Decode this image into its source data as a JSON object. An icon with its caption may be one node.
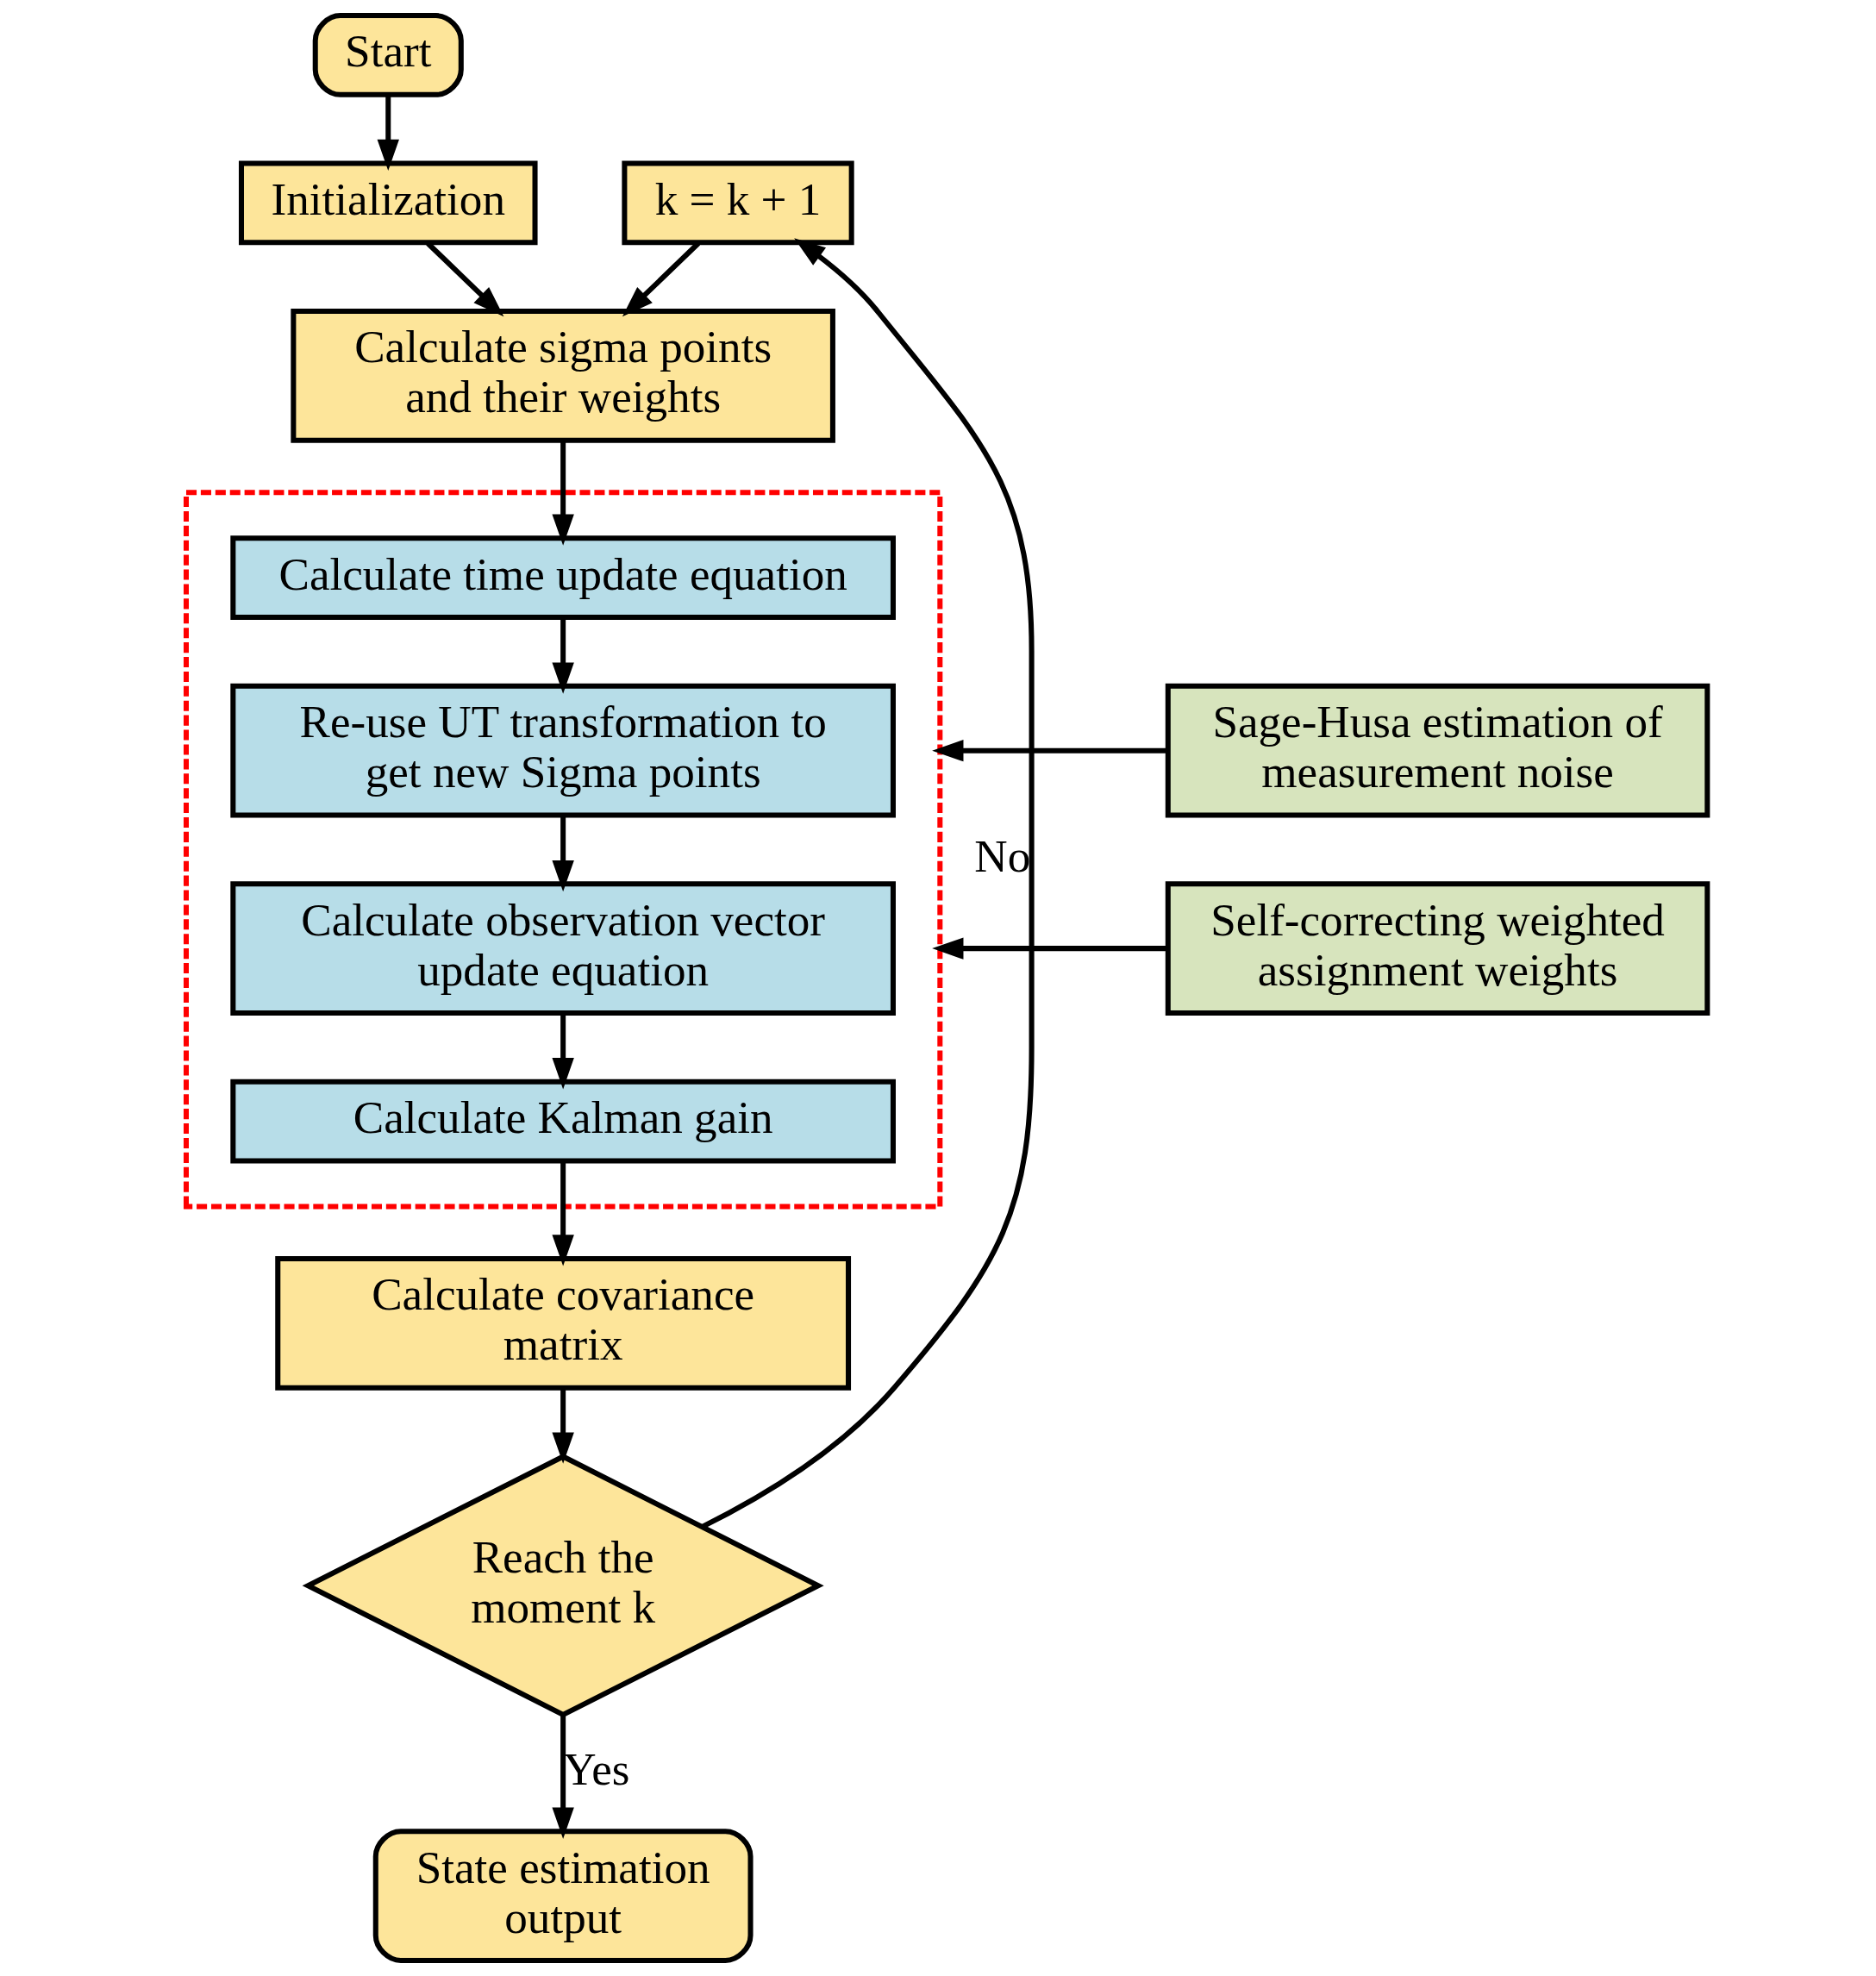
{
  "diagram": {
    "nodes": [
      {
        "text": [
          "Start"
        ]
      },
      {
        "text": [
          "Initialization"
        ]
      },
      {
        "text": [
          "Calculate sigma points and their weights"
        ]
      },
      {
        "text": [],
        "shape": "box"
      },
      {
        "text": [
          "Calculate time update equation"
        ],
        "in": 3
      },
      {
        "text": [
          "Re-use UT transformation to get new Sigma points"
        ],
        "in": 3
      },
      {
        "text": [
          "Calculate observation vector update equation"
        ],
        "in": 3
      },
      {
        "text": [
          "Calculate Kalman gain"
        ],
        "in": 3
      },
      {
        "text": [
          "Calculate covariance matrix"
        ]
      },
      {
        "text": [
          "Reach the moment k"
        ]
      },
      {
        "text": [
          "State estimation output"
        ]
      },
      {
        "text": [
          "k = k + 1"
        ]
      },
      {
        "text": [
          "Sage-Husa estimation of measurement noise"
        ]
      },
      {
        "text": [
          "Self-correcting weighted assignment weights"
        ]
      }
    ],
    "edges": [
      {
        "from": 0,
        "to": 1,
        "arrow": "to"
      },
      {
        "from": 1,
        "to": 2,
        "arrow": "to"
      },
      {
        "from": 2,
        "to": 4,
        "arrow": "to"
      },
      {
        "from": 4,
        "to": 5,
        "arrow": "to"
      },
      {
        "from": 5,
        "to": 6,
        "arrow": "to"
      },
      {
        "from": 6,
        "to": 7,
        "arrow": "to"
      },
      {
        "from": 7,
        "to": 8,
        "arrow": "to"
      },
      {
        "from": 8,
        "to": 9,
        "arrow": "to"
      },
      {
        "from": 9,
        "to": 10,
        "arrow": "to",
        "label": "Yes"
      },
      {
        "from": 9,
        "to": 11,
        "arrow": "to",
        "label": "No"
      },
      {
        "from": 11,
        "to": 2,
        "arrow": "to"
      },
      {
        "from": 12,
        "to": 3,
        "arrow": "to"
      },
      {
        "from": 13,
        "to": 3,
        "arrow": "to"
      }
    ]
  }
}
